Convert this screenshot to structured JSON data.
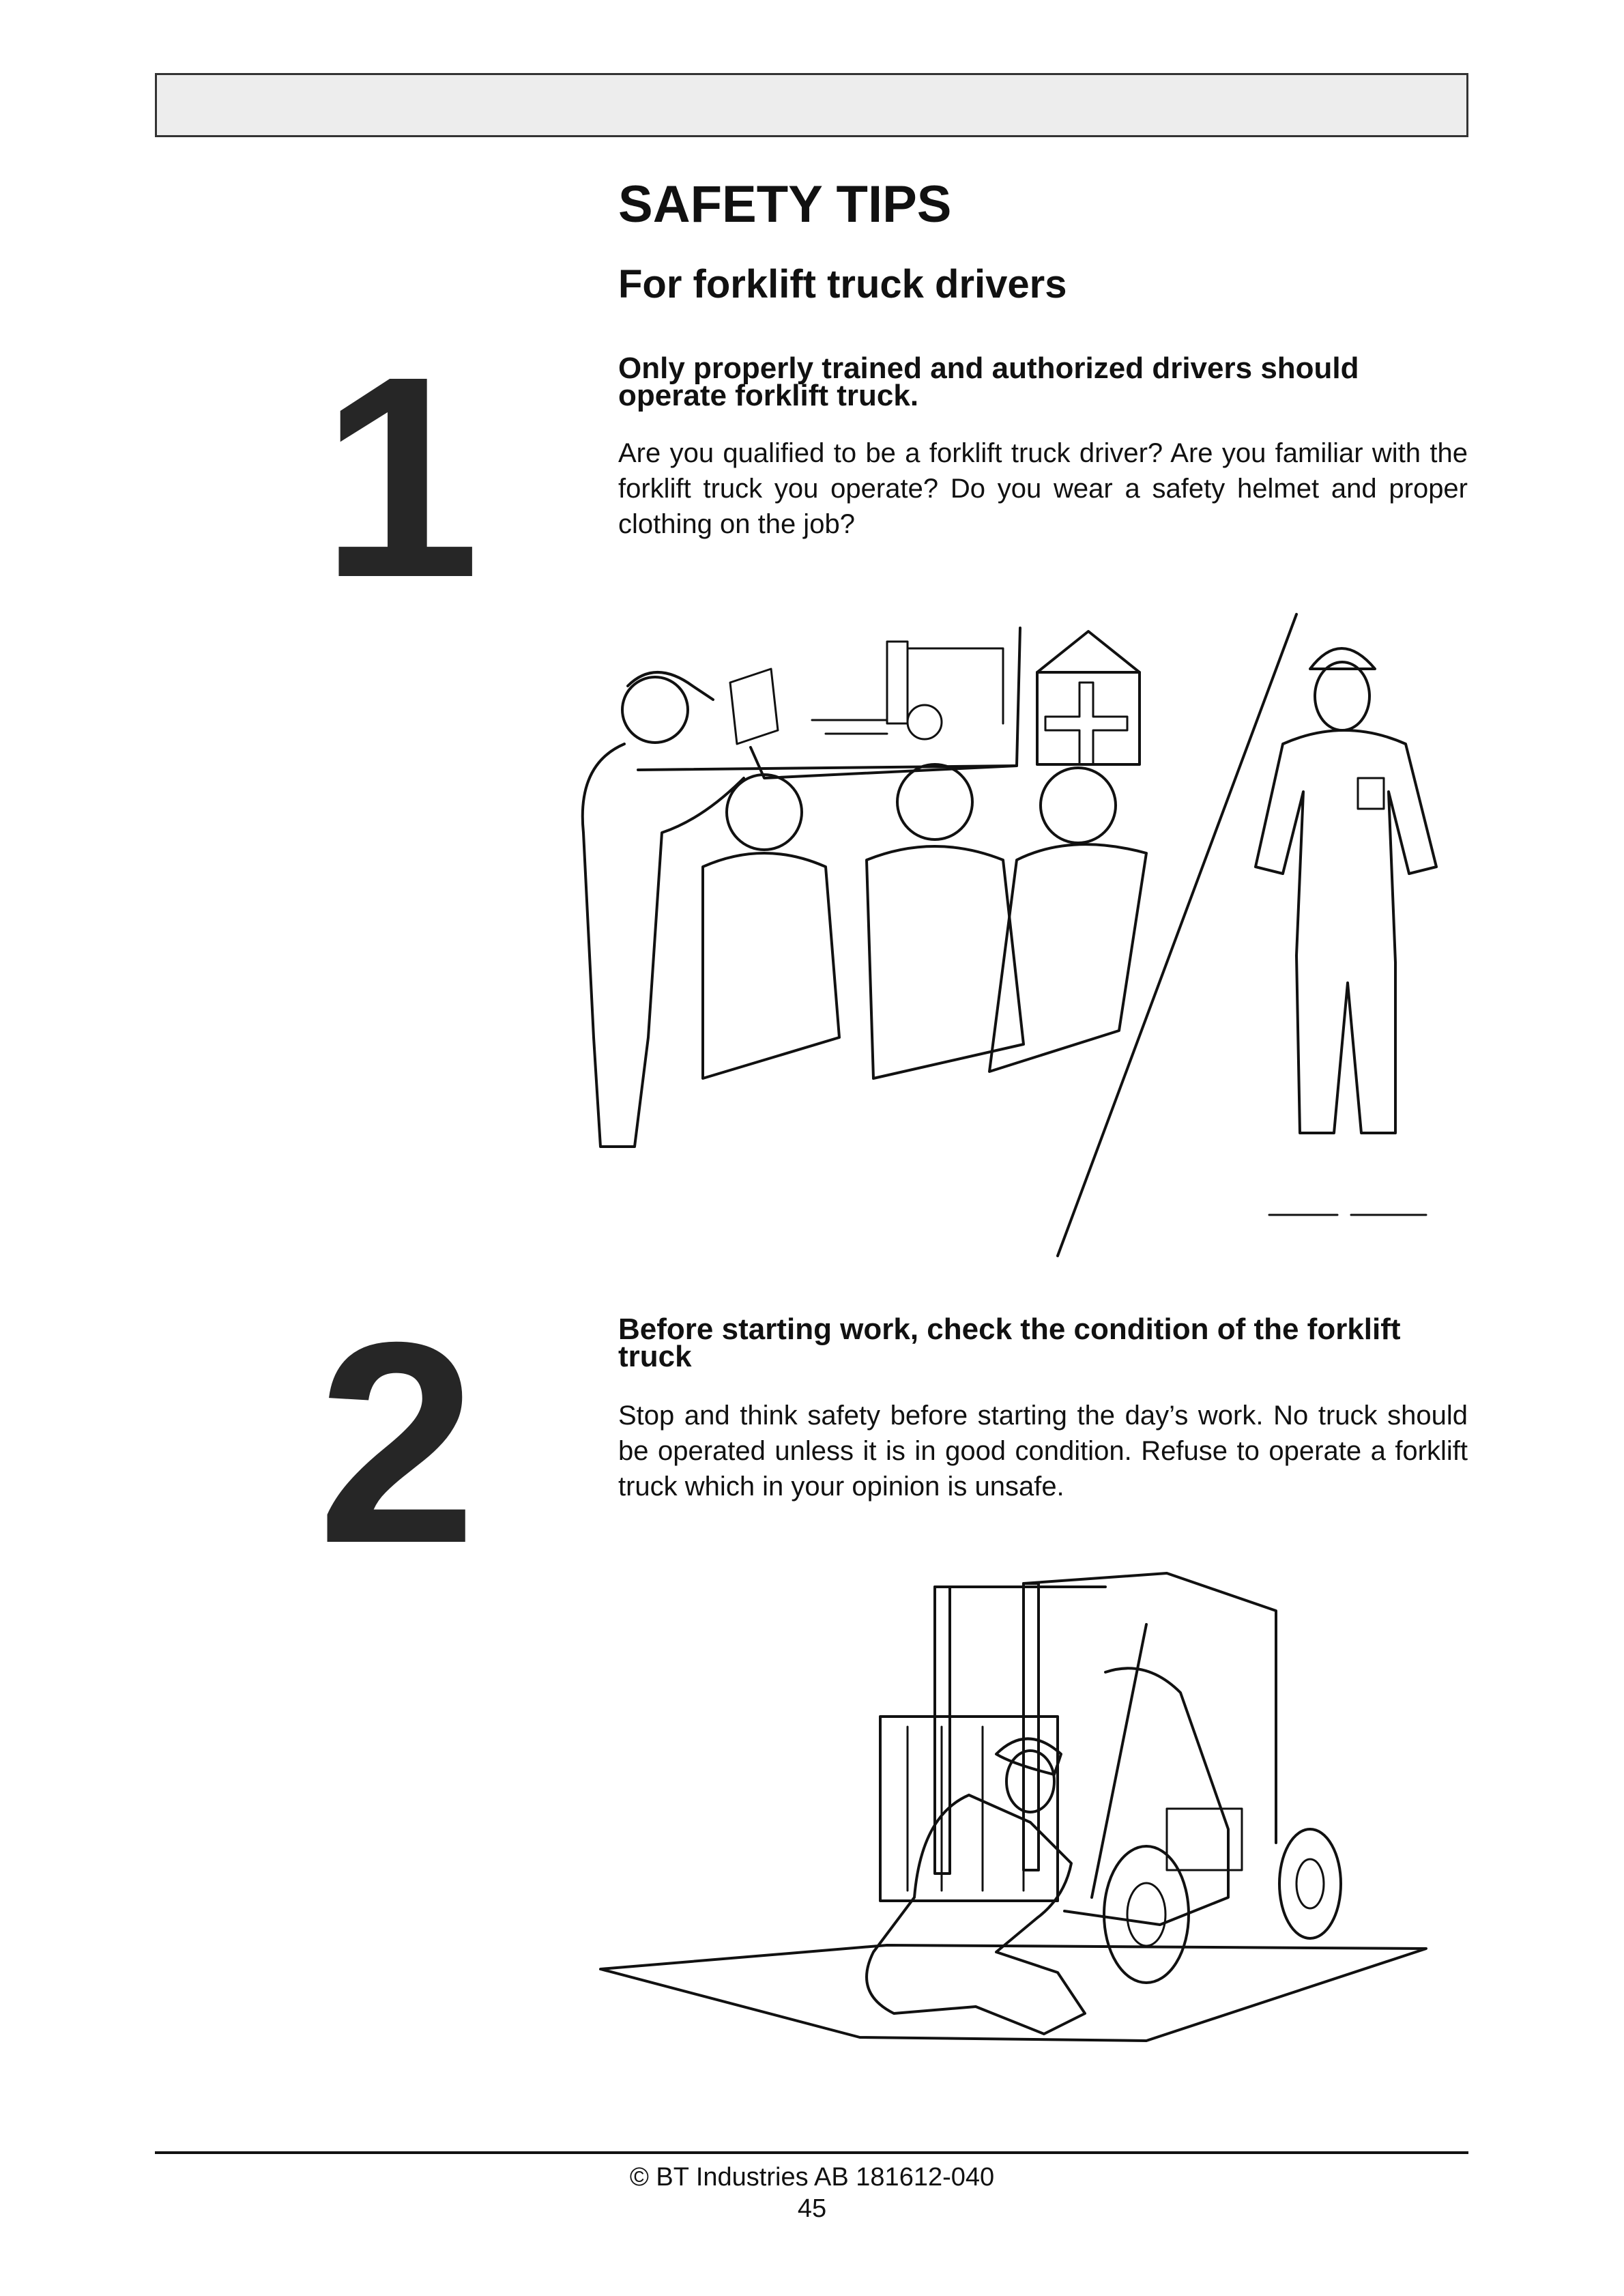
{
  "header": {
    "bar_color": "#ededed"
  },
  "page": {
    "title": "SAFETY TIPS",
    "subtitle": "For forklift truck drivers"
  },
  "tips": [
    {
      "number": "1",
      "heading": "Only properly trained and authorized drivers should operate forklift truck.",
      "body": "Are you qualified to be a forklift truck driver? Are you familiar with the forklift truck you operate? Do you wear a safety helmet and proper clothing on the job?",
      "illustration": "instructor-training-drivers-and-helmeted-worker"
    },
    {
      "number": "2",
      "heading": "Before starting work, check the condition of the forklift truck",
      "body": "Stop and think safety before starting the day’s work. No truck should be operated unless it is in good condition. Refuse to operate a forklift truck which in your opinion is unsafe.",
      "illustration": "worker-inspecting-forklift-wheel"
    }
  ],
  "footer": {
    "copyright": "© BT Industries AB 181612-040",
    "page_number": "45"
  }
}
